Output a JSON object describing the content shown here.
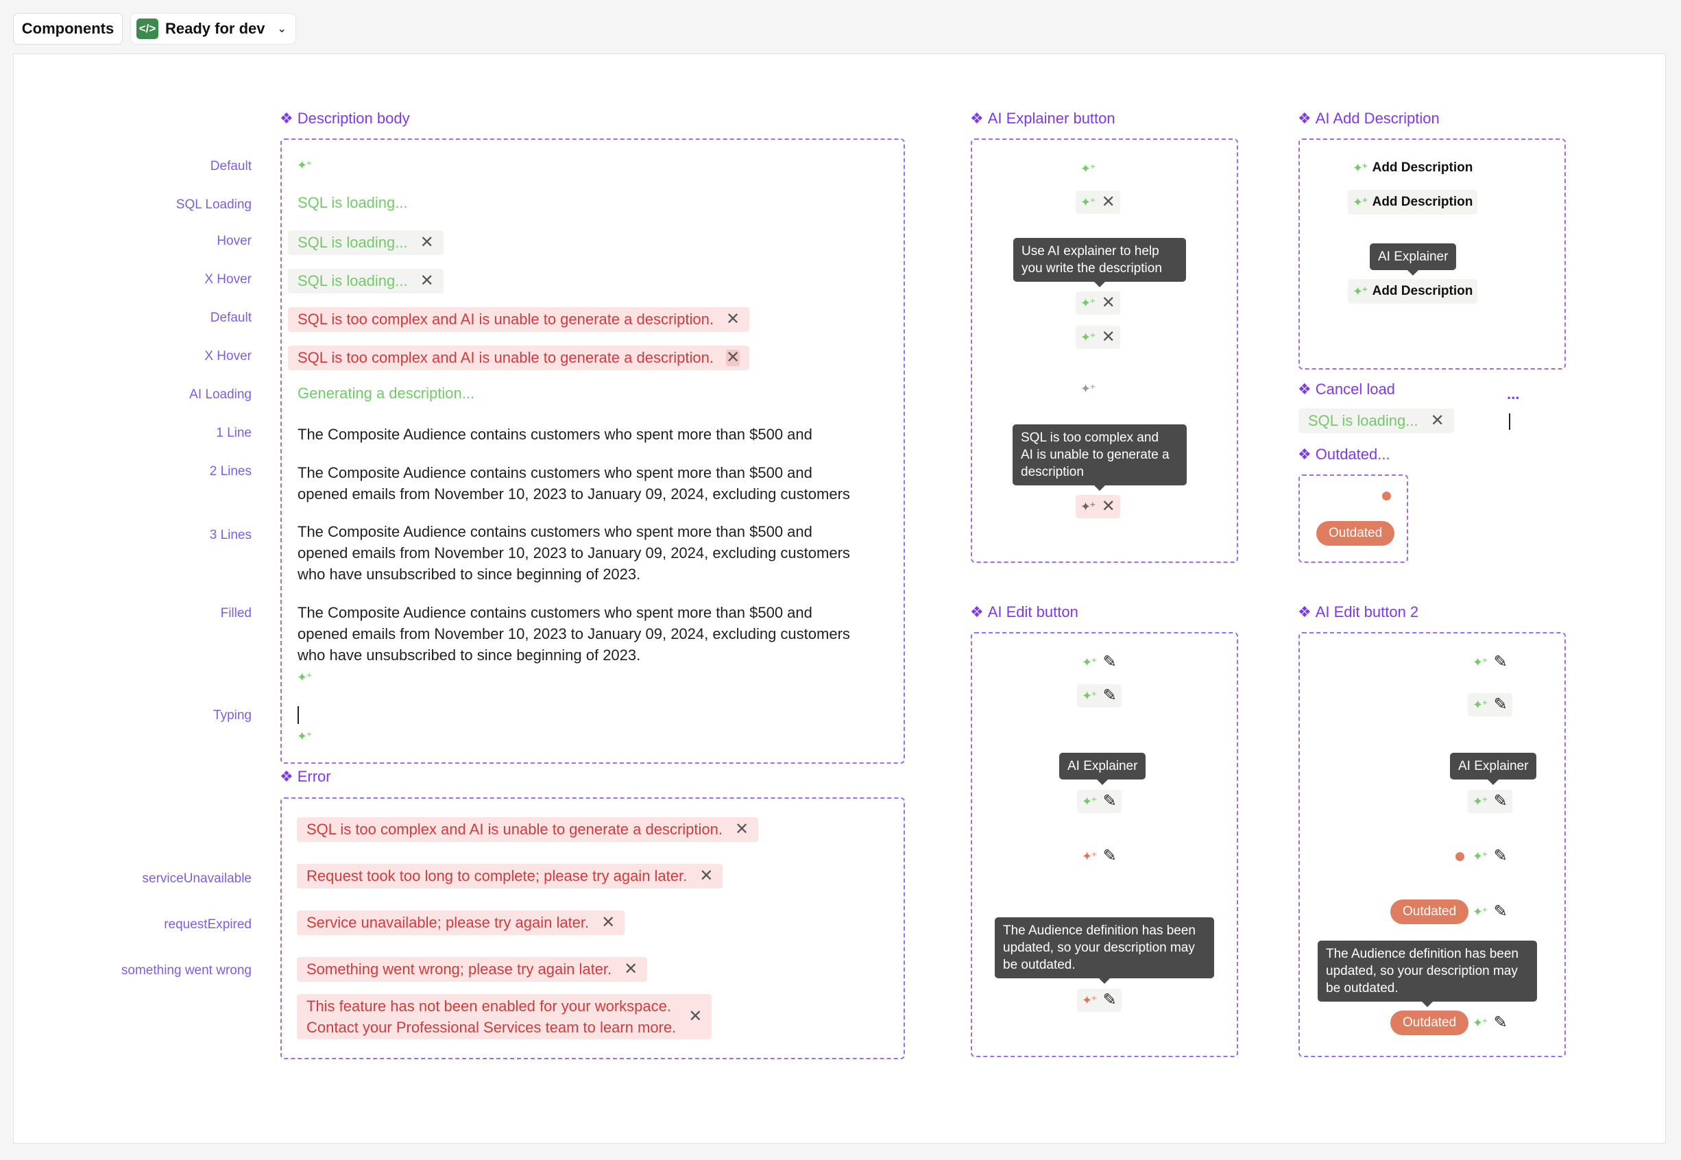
{
  "toolbar": {
    "components_label": "Components",
    "status_label": "Ready for dev"
  },
  "sections": {
    "description_body": "Description body",
    "error": "Error",
    "ai_explainer_button": "AI Explainer button",
    "ai_add_description": "AI Add Description",
    "cancel_load": "Cancel load",
    "outdated_section": "Outdated...",
    "ai_edit_button": "AI Edit button",
    "ai_edit_button_2": "AI Edit button 2",
    "ellipsis": "..."
  },
  "row_labels": {
    "default": "Default",
    "sql_loading": "SQL Loading",
    "hover": "Hover",
    "x_hover": "X Hover",
    "default_2": "Default",
    "x_hover_2": "X Hover",
    "ai_loading": "AI Loading",
    "one_line": "1 Line",
    "two_lines": "2 Lines",
    "three_lines": "3 Lines",
    "filled": "Filled",
    "typing": "Typing",
    "service_unavailable": "serviceUnavailable",
    "request_expired": "requestExpired",
    "something_went_wrong": "something went wrong"
  },
  "texts": {
    "sql_loading": "SQL is loading...",
    "sql_complex": "SQL is too complex and AI is unable to generate a description.",
    "generating": "Generating a description...",
    "one_line": "The Composite Audience contains customers who spent more than $500 and",
    "line_a": "The Composite Audience contains customers who spent more than $500 and",
    "line_b": "opened emails from November 10, 2023 to January 09, 2024, excluding customers",
    "line_c": "who have unsubscribed to since beginning of 2023."
  },
  "errors": {
    "too_complex": "SQL is too complex and AI is unable to generate a description.",
    "too_long": "Request took too long to complete; please try again later.",
    "unavailable": "Service unavailable; please try again later.",
    "went_wrong": "Something went wrong; please try again later.",
    "not_enabled_1": "This feature has not been enabled for your workspace.",
    "not_enabled_2": "Contact your Professional Services team to learn more."
  },
  "tooltips": {
    "explainer_help_1": "Use AI explainer to help",
    "explainer_help_2": "you write the description",
    "complex_1": "SQL is too complex and",
    "complex_2": "AI is unable to generate a",
    "complex_3": "description",
    "ai_explainer": "AI Explainer",
    "outdated_1": "The Audience definition has been",
    "outdated_2": "updated, so your description may",
    "outdated_3": "be outdated."
  },
  "labels": {
    "add_description": "Add Description",
    "outdated": "Outdated"
  },
  "icons": {
    "components_toolbar": "code-icon",
    "status_dropdown": "chevron-down-icon",
    "section_marker": "component-diamond-icon",
    "ai": "sparkle-icon",
    "close": "close-icon",
    "edit": "pencil-icon"
  },
  "colors": {
    "accent_purple": "#7c3aed",
    "ai_green": "#74c96a",
    "error_red": "#d23b3b",
    "error_bg": "#fde4e4",
    "outdated_orange": "#de7d5f",
    "tooltip_bg": "#4a4a4a"
  }
}
